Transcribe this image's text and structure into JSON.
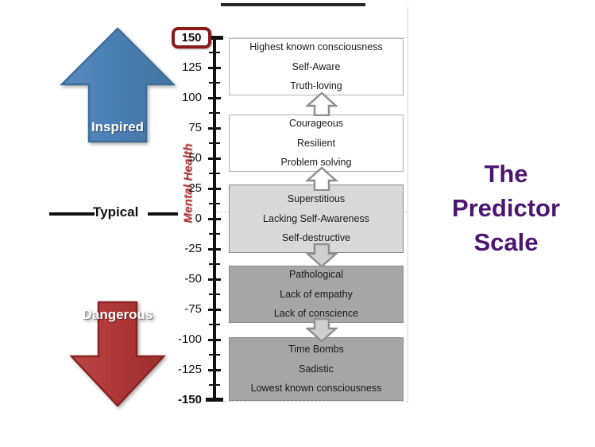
{
  "title": {
    "line1": "The",
    "line2": "Predictor",
    "line3": "Scale"
  },
  "axis": {
    "vertical_label": "Mental Health",
    "top_badge": "150",
    "tick_labels": [
      "150",
      "125",
      "100",
      "75",
      "50",
      "25",
      "0",
      "-25",
      "-50",
      "-75",
      "-100",
      "-125",
      "-150"
    ],
    "range_min": -150,
    "range_max": 150,
    "major_step": 25,
    "minor_step": 12.5
  },
  "markers": {
    "typical_label": "Typical"
  },
  "arrows": {
    "up": {
      "label": "Inspired",
      "color": "#4a7fb5"
    },
    "down": {
      "label": "Dangerous",
      "color": "#b03838"
    }
  },
  "chart_data": {
    "type": "table",
    "title": "The Predictor Scale",
    "ylabel": "Mental Health",
    "ylim": [
      -150,
      150
    ],
    "yticks": [
      150,
      125,
      100,
      75,
      50,
      25,
      0,
      -25,
      -50,
      -75,
      -100,
      -125,
      -150
    ],
    "grid": false,
    "bands": [
      {
        "shade": "white",
        "range": [
          100,
          150
        ],
        "lines": [
          "Highest known consciousness",
          "Self-Aware",
          "Truth-loving"
        ]
      },
      {
        "shade": "white",
        "range": [
          50,
          87
        ],
        "lines": [
          "Courageous",
          "Resilient",
          "Problem solving"
        ]
      },
      {
        "shade": "light",
        "range": [
          -25,
          25
        ],
        "lines": [
          "Superstitious",
          "Lacking Self-Awareness",
          "Self-destructive"
        ]
      },
      {
        "shade": "dark",
        "range": [
          -87,
          -37
        ],
        "lines": [
          "Pathological",
          "Lack of empathy",
          "Lack of conscience"
        ]
      },
      {
        "shade": "dark",
        "range": [
          -150,
          -100
        ],
        "lines": [
          "Time Bombs",
          "Sadistic",
          "Lowest known consciousness"
        ]
      }
    ]
  }
}
